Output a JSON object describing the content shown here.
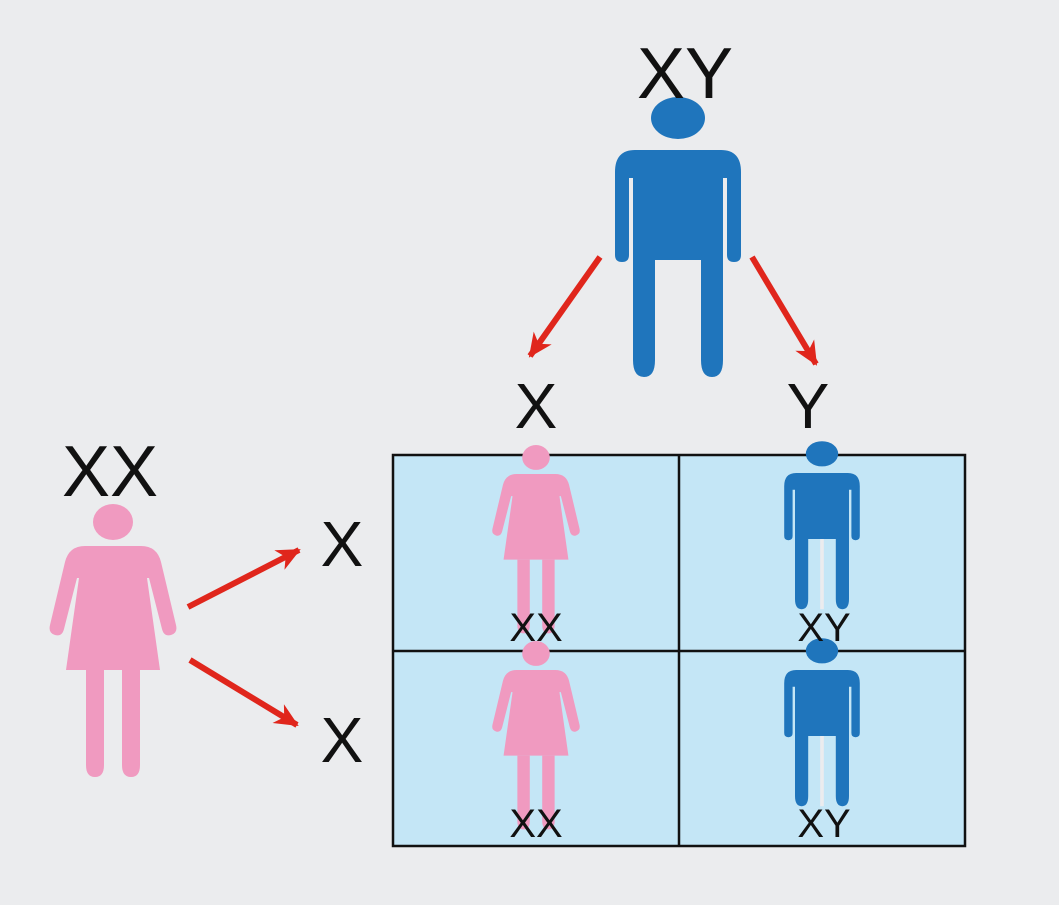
{
  "father": {
    "genotype": "XY",
    "icon": "male-person-icon",
    "color": "#1f75bc"
  },
  "mother": {
    "genotype": "XX",
    "icon": "female-person-icon",
    "color": "#f09ac0"
  },
  "gametes": {
    "father": [
      "X",
      "Y"
    ],
    "mother": [
      "X",
      "X"
    ]
  },
  "punnett": {
    "fill": "#c4e6f6",
    "border": "#111111",
    "cells": [
      {
        "genotype": "XX",
        "icon": "female-person-icon"
      },
      {
        "genotype": "XY",
        "icon": "male-person-icon"
      },
      {
        "genotype": "XX",
        "icon": "female-person-icon"
      },
      {
        "genotype": "XY",
        "icon": "male-person-icon"
      }
    ]
  },
  "arrows": {
    "color": "#e0261c"
  },
  "background": "#ebecee"
}
